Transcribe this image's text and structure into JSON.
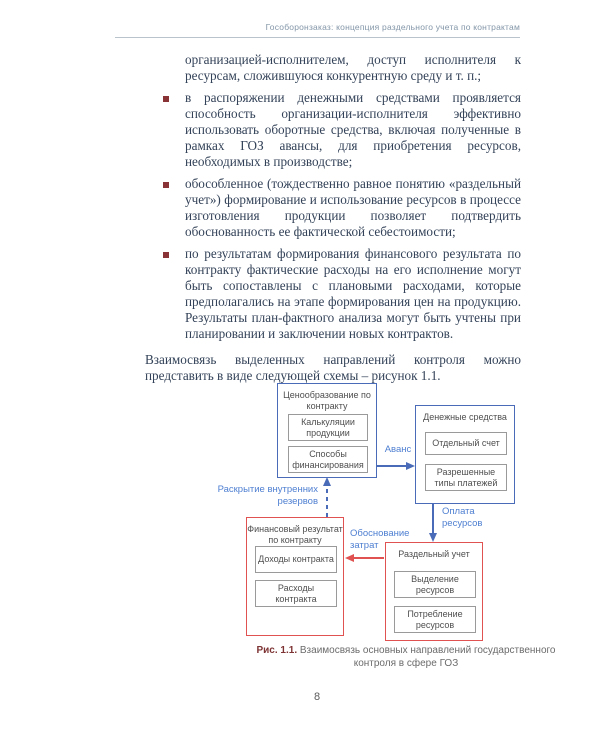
{
  "header": {
    "title": "Гособоронзаказ: концепция раздельного учета по контрактам"
  },
  "body": {
    "continuation": "организацией-исполнителем, доступ исполнителя к ресурсам, сложившуюся конкурентную среду и т. п.;",
    "bullets": [
      "в распоряжении денежными средствами проявляется способность организации-исполнителя эффективно использовать оборотные средства, включая полученные в рамках ГОЗ авансы, для приобретения ресурсов, необходимых в производстве;",
      "обособленное (тождественно равное понятию «раздельный учет») формирование и использование ресурсов в процессе изготовления продукции позволяет подтвердить обоснованность ее фактической себестоимости;",
      "по результатам формирования финансового результата по контракту фактические расходы на его исполнение могут быть сопоставлены с плановыми расходами, которые предполагались на этапе формирования цен на продукцию. Результаты план-фактного анализа могут быть учтены при планировании и заключении новых контрактов."
    ],
    "paragraph": "Взаимосвязь выделенных направлений контроля можно представить в виде следующей схемы – рисунок 1.1."
  },
  "diagram": {
    "pricing": {
      "title": "Ценообразование по контракту",
      "items": [
        "Калькуляции продукции",
        "Способы финансирования"
      ]
    },
    "money": {
      "title": "Денежные средства",
      "items": [
        "Отдельный счет",
        "Разрешенные типы платежей"
      ]
    },
    "finresult": {
      "title": "Финансовый результат по контракту",
      "items": [
        "Доходы контракта",
        "Расходы контракта"
      ]
    },
    "separate": {
      "title": "Раздельный учет",
      "items": [
        "Выделение ресурсов",
        "Потребление ресурсов"
      ]
    },
    "labels": {
      "advance": "Аванс",
      "disclosure": "Раскрытие внутренних резервов",
      "payment": "Оплата ресурсов",
      "justification": "Обоснование затрат"
    },
    "colors": {
      "box_blue": "#4a6cb8",
      "box_red": "#e05252",
      "label_blue": "#4e7fd1",
      "bullet_maroon": "#8a3336"
    }
  },
  "caption": {
    "prefix": "Рис. 1.1.",
    "text": "Взаимосвязь основных направлений государственного контроля в сфере ГОЗ"
  },
  "footer": {
    "page_number": "8"
  }
}
